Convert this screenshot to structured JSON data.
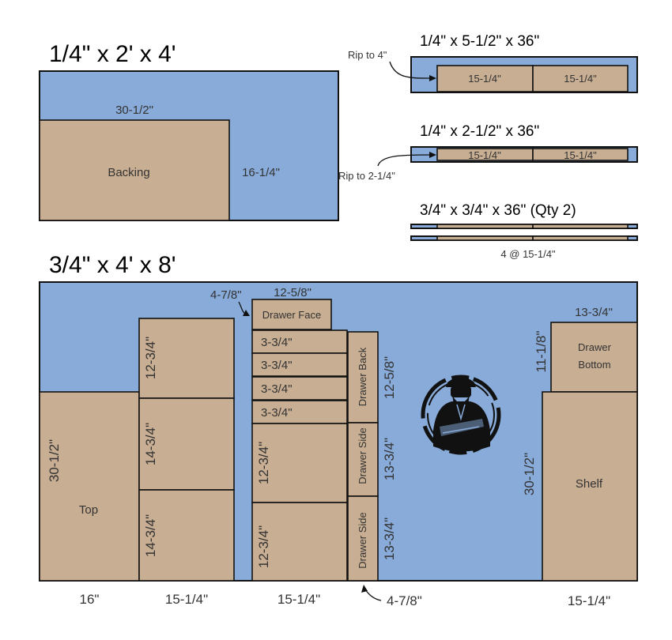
{
  "sheet_small": {
    "title": "1/4\" x 2' x 4'",
    "backing_label": "Backing",
    "width_dim": "30-1/2\"",
    "height_dim": "16-1/4\""
  },
  "strip_a": {
    "title": "1/4\" x 5-1/2\" x 36\"",
    "rip_note": "Rip to 4\"",
    "piece_1": "15-1/4\"",
    "piece_2": "15-1/4\""
  },
  "strip_b": {
    "title": "1/4\" x 2-1/2\" x 36\"",
    "rip_note": "Rip to 2-1/4\"",
    "piece_1": "15-1/4\"",
    "piece_2": "15-1/4\""
  },
  "strip_c": {
    "title": "3/4\" x 3/4\" x 36\" (Qty 2)",
    "count_note": "4 @ 15-1/4\""
  },
  "sheet_large": {
    "title": "3/4\" x 4' x 8'",
    "col1": {
      "top_label": "Top",
      "top_dim": "30-1/2\"",
      "width": "16\""
    },
    "col2": {
      "dim_1": "12-3/4\"",
      "dim_2": "14-3/4\"",
      "dim_3": "14-3/4\"",
      "width": "15-1/4\""
    },
    "col3": {
      "face_width": "12-5/8\"",
      "face_label": "Drawer Face",
      "face_height": "4-7/8\"",
      "strip_1": "3-3/4\"",
      "strip_2": "3-3/4\"",
      "strip_3": "3-3/4\"",
      "strip_4": "3-3/4\"",
      "dim_large_1": "12-3/4\"",
      "dim_large_2": "12-3/4\"",
      "width": "15-1/4\""
    },
    "col4": {
      "back_label": "Drawer Back",
      "back_dim": "12-5/8\"",
      "side1_label": "Drawer Side",
      "side1_dim": "13-3/4\"",
      "side2_label": "Drawer Side",
      "side2_dim": "13-3/4\"",
      "width": "4-7/8\""
    },
    "col5": {
      "bottom_width": "13-3/4\"",
      "bottom_height": "11-1/8\"",
      "bottom_label_1": "Drawer",
      "bottom_label_2": "Bottom",
      "shelf_label": "Shelf",
      "shelf_dim": "30-1/2\"",
      "width": "15-1/4\""
    }
  },
  "logo": {
    "icon": "woodworker-logo-icon"
  },
  "colors": {
    "board": "#88abd9",
    "piece": "#c8ae92",
    "outline": "#111111"
  }
}
